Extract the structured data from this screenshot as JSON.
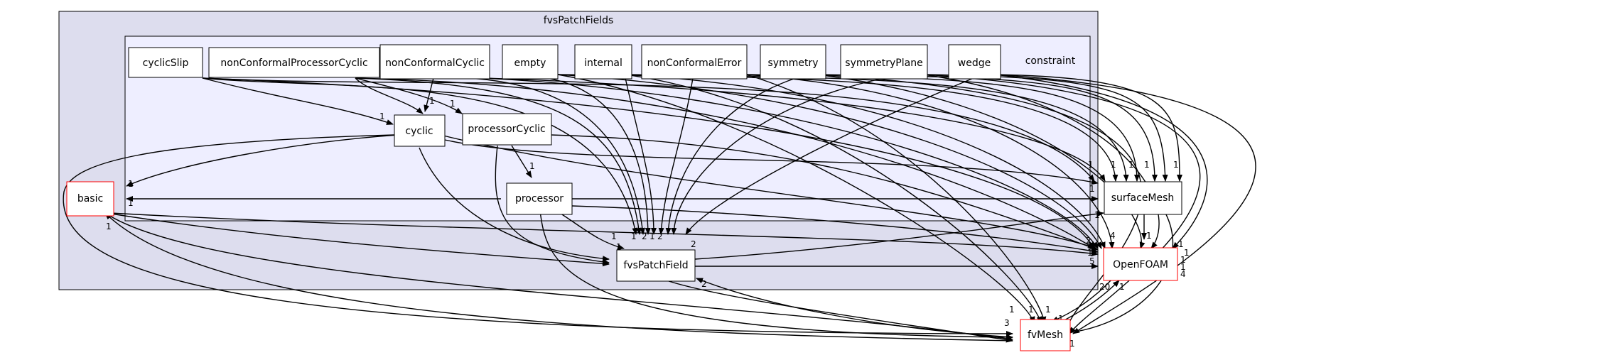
{
  "clusters": {
    "outer": {
      "label": "fvsPatchFields"
    },
    "inner": {
      "label": "constraint"
    }
  },
  "nodes": {
    "cyclicSlip": "cyclicSlip",
    "nonConformalProcessorCyclic": "nonConformalProcessorCyclic",
    "nonConformalCyclic": "nonConformalCyclic",
    "empty": "empty",
    "internal": "internal",
    "nonConformalError": "nonConformalError",
    "symmetry": "symmetry",
    "symmetryPlane": "symmetryPlane",
    "wedge": "wedge",
    "cyclic": "cyclic",
    "processorCyclic": "processorCyclic",
    "processor": "processor",
    "basic": "basic",
    "fvsPatchField": "fvsPatchField",
    "surfaceMesh": "surfaceMesh",
    "OpenFOAM": "OpenFOAM",
    "fvMesh": "fvMesh"
  },
  "edge_labels": {
    "e1": "1",
    "e2": "1",
    "e3": "1",
    "e4": "1",
    "e5": "1",
    "e6": "1",
    "e7": "1",
    "e8": "1",
    "e9": "1",
    "e10": "2",
    "e11": "2",
    "e12": "2",
    "e13": "1",
    "e14": "1",
    "e15": "1",
    "e16": "1",
    "e17": "1",
    "e18": "1",
    "e19": "1",
    "e20": "1",
    "e21": "1",
    "e22": "4",
    "e23": "1",
    "e24": "1",
    "e25": "5",
    "e26": "2",
    "e27": "20",
    "e28": "1",
    "e29": "1",
    "e30": "1",
    "e31": "1",
    "e32": "1",
    "e33": "3",
    "e34": "1",
    "e35": "1",
    "e36": "1",
    "e37": "4",
    "e38": "1",
    "e39": "1",
    "e40": "1",
    "e41": "2",
    "e42": "1"
  },
  "colors": {
    "outer_fill": "#ddddee",
    "inner_fill": "#eeeeff",
    "node_border": "#000000",
    "external_border": "#ff0000",
    "edge": "#000000"
  }
}
